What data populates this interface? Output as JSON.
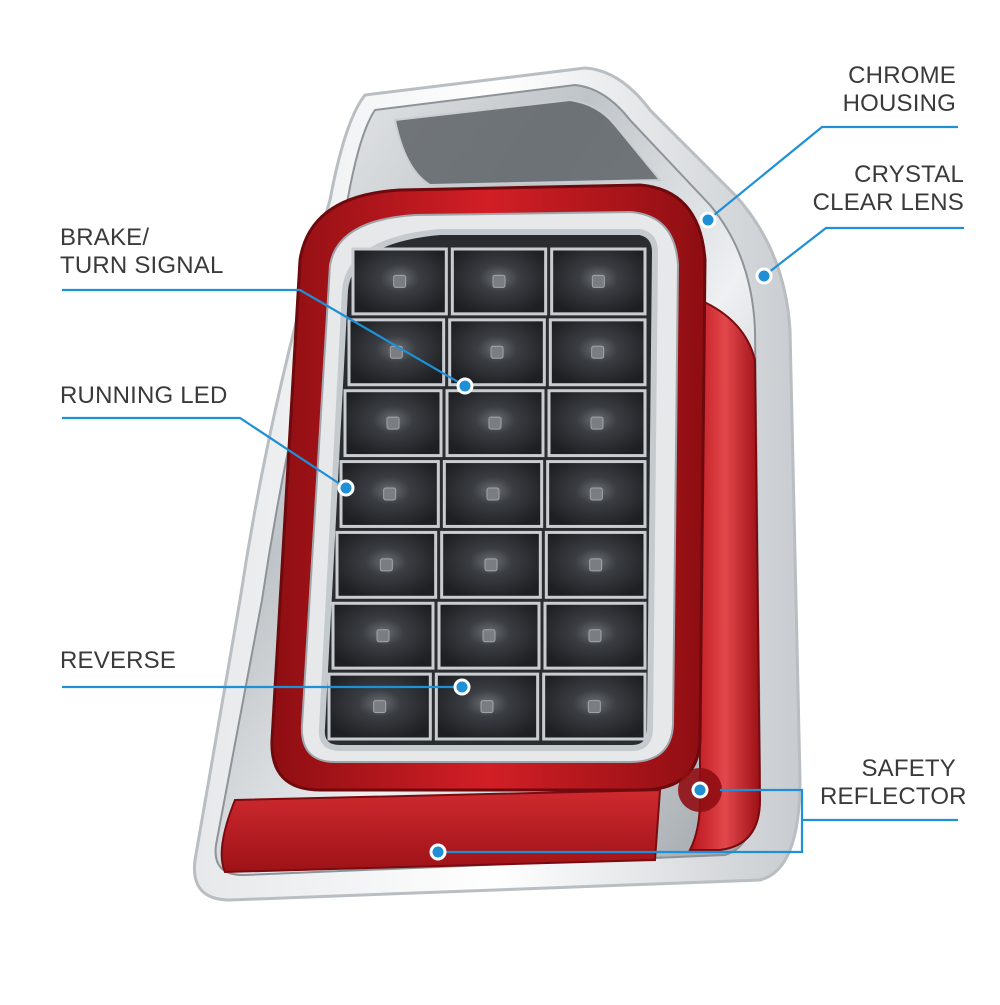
{
  "callouts": {
    "brake_turn": {
      "line1": "BRAKE/",
      "line2": "TURN SIGNAL"
    },
    "running_led": {
      "line1": "RUNNING LED"
    },
    "reverse": {
      "line1": "REVERSE"
    },
    "chrome_housing": {
      "line1": "CHROME",
      "line2": "HOUSING"
    },
    "crystal_lens": {
      "line1": "CRYSTAL",
      "line2": "CLEAR LENS"
    },
    "safety_reflector": {
      "line1": "SAFETY",
      "line2": "REFLECTOR"
    }
  },
  "colors": {
    "callout_line": "#1f8fd6",
    "label_text": "#3a3a3a",
    "lens_red": "#c4161c",
    "chrome": "#d9dde0",
    "led_dark": "#2d2f33"
  }
}
